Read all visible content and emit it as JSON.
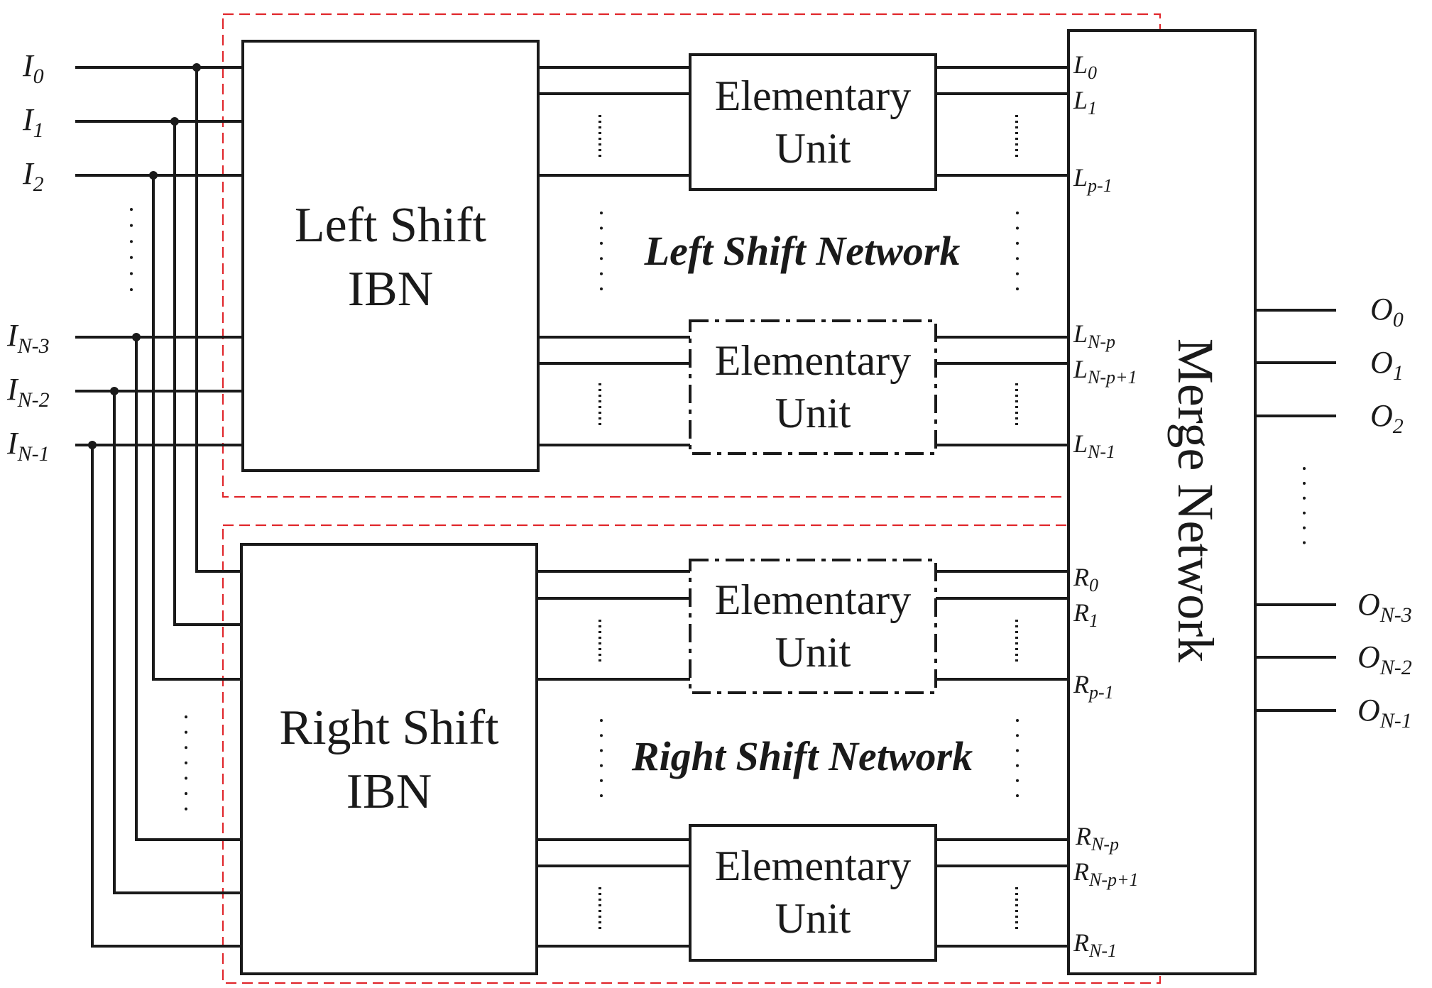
{
  "inputs": {
    "i0": {
      "base": "I",
      "sub": "0"
    },
    "i1": {
      "base": "I",
      "sub": "1"
    },
    "i2": {
      "base": "I",
      "sub": "2"
    },
    "in3": {
      "base": "I",
      "sub": "N-3"
    },
    "in2": {
      "base": "I",
      "sub": "N-2"
    },
    "in1": {
      "base": "I",
      "sub": "N-1"
    }
  },
  "ibn": {
    "left": {
      "line1": "Left Shift",
      "line2": "IBN"
    },
    "right": {
      "line1": "Right Shift",
      "line2": "IBN"
    }
  },
  "unit": {
    "line1": "Elementary",
    "line2": "Unit"
  },
  "networks": {
    "left": "Left Shift Network",
    "right": "Right Shift Network"
  },
  "merge": "Merge Network",
  "left_ports": {
    "l0": {
      "base": "L",
      "sub": "0"
    },
    "l1": {
      "base": "L",
      "sub": "1"
    },
    "lp1": {
      "base": "L",
      "sub": "p-1"
    },
    "lnp": {
      "base": "L",
      "sub": "N-p"
    },
    "lnp1": {
      "base": "L",
      "sub": "N-p+1"
    },
    "ln1": {
      "base": "L",
      "sub": "N-1"
    }
  },
  "right_ports": {
    "r0": {
      "base": "R",
      "sub": "0"
    },
    "r1": {
      "base": "R",
      "sub": "1"
    },
    "rp1": {
      "base": "R",
      "sub": "p-1"
    },
    "rnp": {
      "base": "R",
      "sub": "N-p"
    },
    "rnp1": {
      "base": "R",
      "sub": "N-p+1"
    },
    "rn1": {
      "base": "R",
      "sub": "N-1"
    }
  },
  "outputs": {
    "o0": {
      "base": "O",
      "sub": "0"
    },
    "o1": {
      "base": "O",
      "sub": "1"
    },
    "o2": {
      "base": "O",
      "sub": "2"
    },
    "on3": {
      "base": "O",
      "sub": "N-3"
    },
    "on2": {
      "base": "O",
      "sub": "N-2"
    },
    "on1": {
      "base": "O",
      "sub": "N-1"
    }
  }
}
